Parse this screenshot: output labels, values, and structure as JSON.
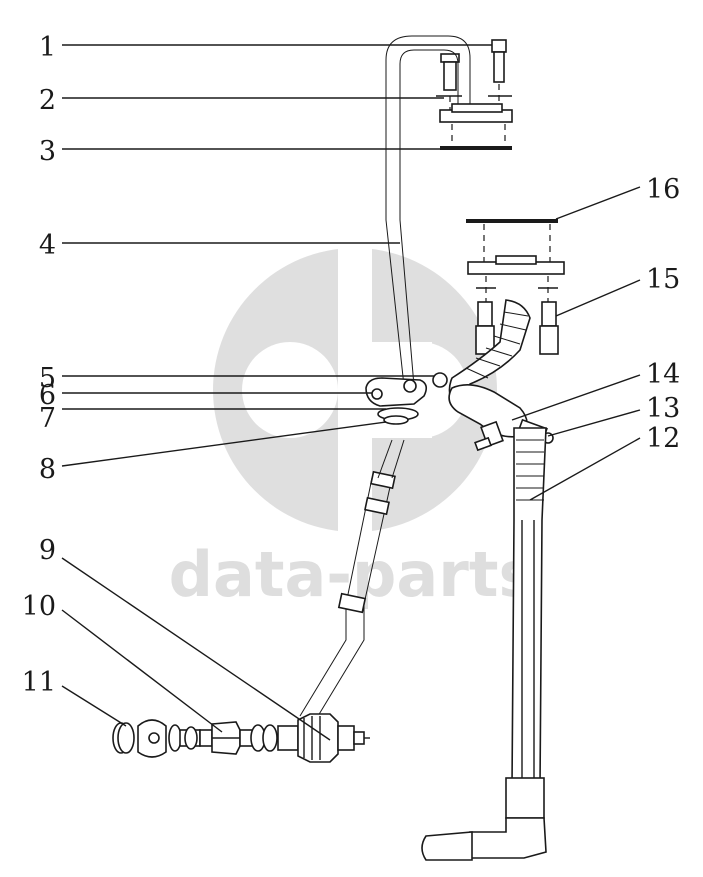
{
  "diagram": {
    "watermark": {
      "text": "data-parts",
      "color": "#d9d9d9"
    },
    "callouts": [
      {
        "id": "1",
        "label": "1"
      },
      {
        "id": "2",
        "label": "2"
      },
      {
        "id": "3",
        "label": "3"
      },
      {
        "id": "4",
        "label": "4"
      },
      {
        "id": "5",
        "label": "5"
      },
      {
        "id": "6",
        "label": "6"
      },
      {
        "id": "7",
        "label": "7"
      },
      {
        "id": "8",
        "label": "8"
      },
      {
        "id": "9",
        "label": "9"
      },
      {
        "id": "10",
        "label": "10"
      },
      {
        "id": "11",
        "label": "11"
      },
      {
        "id": "12",
        "label": "12"
      },
      {
        "id": "13",
        "label": "13"
      },
      {
        "id": "14",
        "label": "14"
      },
      {
        "id": "15",
        "label": "15"
      },
      {
        "id": "16",
        "label": "16"
      }
    ]
  }
}
